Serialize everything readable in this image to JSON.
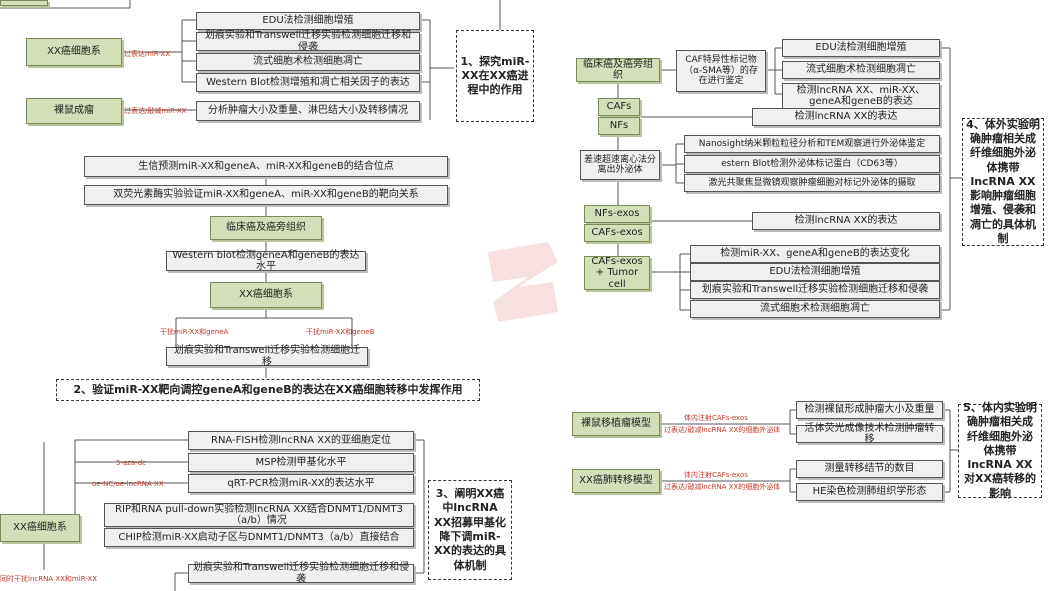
{
  "s1": {
    "cell": "XX癌细胞系",
    "mouse": "裸鼠成瘤",
    "red_cell": "过表达miR-XX",
    "red_mouse": "过表达/敲减miR-XX",
    "steps": [
      "EDU法检测细胞增殖",
      "划痕实验和Transwell迁移实验检测细胞迁移和侵袭",
      "流式细胞术检测细胞凋亡",
      "Western Blot检测增殖和凋亡相关因子的表达"
    ],
    "mouse_step": "分析肿瘤大小及重量、淋巴结大小及转移情况",
    "title": "1、探究miR-XX在XX癌进程中的作用"
  },
  "s2": {
    "predict": "生信预测miR-XX和geneA、miR-XX和geneB的结合位点",
    "luciferase": "双荧光素酶实验验证miR-XX和geneA、miR-XX和geneB的靶向关系",
    "tissue": "临床癌及癌旁组织",
    "western": "Western blot检测geneA和geneB的表达水平",
    "cell": "XX癌细胞系",
    "red_a": "干扰miR-XX和geneA",
    "red_b": "干扰miR-XX和geneB",
    "migration": "划痕实验和Transwell迁移实验检测细胞迁移",
    "title": "2、验证miR-XX靶向调控geneA和geneB的表达在XX癌细胞转移中发挥作用"
  },
  "s3": {
    "cell": "XX癌细胞系",
    "red_aza": "5-aza-dc",
    "red_oe": "oe-NC/oe-lncRNA XX",
    "red_interfere": "同时干扰lncRNA XX和miR-XX",
    "steps": [
      "RNA-FISH检测lncRNA XX的亚细胞定位",
      "MSP检测甲基化水平",
      "qRT-PCR检测miR-XX的表达水平",
      "RIP和RNA pull-down实验检测lncRNA XX结合DNMT1/DNMT3（a/b）情况",
      "CHIP检测miR-XX启动子区与DNMT1/DNMT3（a/b）直接结合",
      "划痕实验和Transwell迁移实验检测细胞迁移和侵袭"
    ],
    "title": "3、阐明XX癌中lncRNA XX招募甲基化降下调miR-XX的表达的具体机制"
  },
  "s4": {
    "tissue": "临床癌及癌旁组织",
    "marker": "CAF特异性标记物（α-SMA等）的存在进行鉴定",
    "right_top": [
      "EDU法检测细胞增殖",
      "流式细胞术检测细胞凋亡",
      "检测lncRNA XX、miR-XX、geneA和geneB的表达"
    ],
    "cafs": "CAFs",
    "nfs": "NFs",
    "detect_lnc": "检测lncRNA XX的表达",
    "ultra": "差速超速离心法分离出外泌体",
    "exo_steps": [
      "Nanosight纳米颗粒粒径分析和TEM观察进行外泌体鉴定",
      "estern Blot检测外泌体标记蛋白（CD63等）",
      "激光共聚焦显微镜观察肿瘤细胞对标记外泌体的摄取"
    ],
    "nfs_exos": "NFs-exos",
    "cafs_exos": "CAFs-exos",
    "detect_lnc2": "检测lncRNA XX的表达",
    "co_culture": "CAFs-exos + Tumor cell",
    "co_steps": [
      "检测miR-XX、geneA和geneB的表达变化",
      "EDU法检测细胞增殖",
      "划痕实验和Transwell迁移实验检测细胞迁移和侵袭",
      "流式细胞术检测细胞凋亡"
    ],
    "title": "4、体外实验明确肿瘤相关成纤维细胞外泌体携带lncRNA XX影响肿瘤细胞增殖、侵袭和凋亡的具体机制"
  },
  "s5": {
    "model1": "裸鼠移植瘤模型",
    "model2": "XX癌肺转移模型",
    "red1a": "体内注射CAFs-exos",
    "red1b": "过表达/敲减lncRNA XX的细胞外泌体",
    "red2a": "体内注射CAFs-exos",
    "red2b": "过表达/敲减lncRNA XX的细胞外泌体",
    "steps1": [
      "检测裸鼠形成肿瘤大小及重量",
      "活体荧光成像技术检测肿瘤转移"
    ],
    "steps2": [
      "测量转移结节的数目",
      "HE染色检测肺组织学形态"
    ],
    "title": "5、体内实验明确肿瘤相关成纤维细胞外泌体携带lncRNA XX对XX癌转移的影响"
  }
}
